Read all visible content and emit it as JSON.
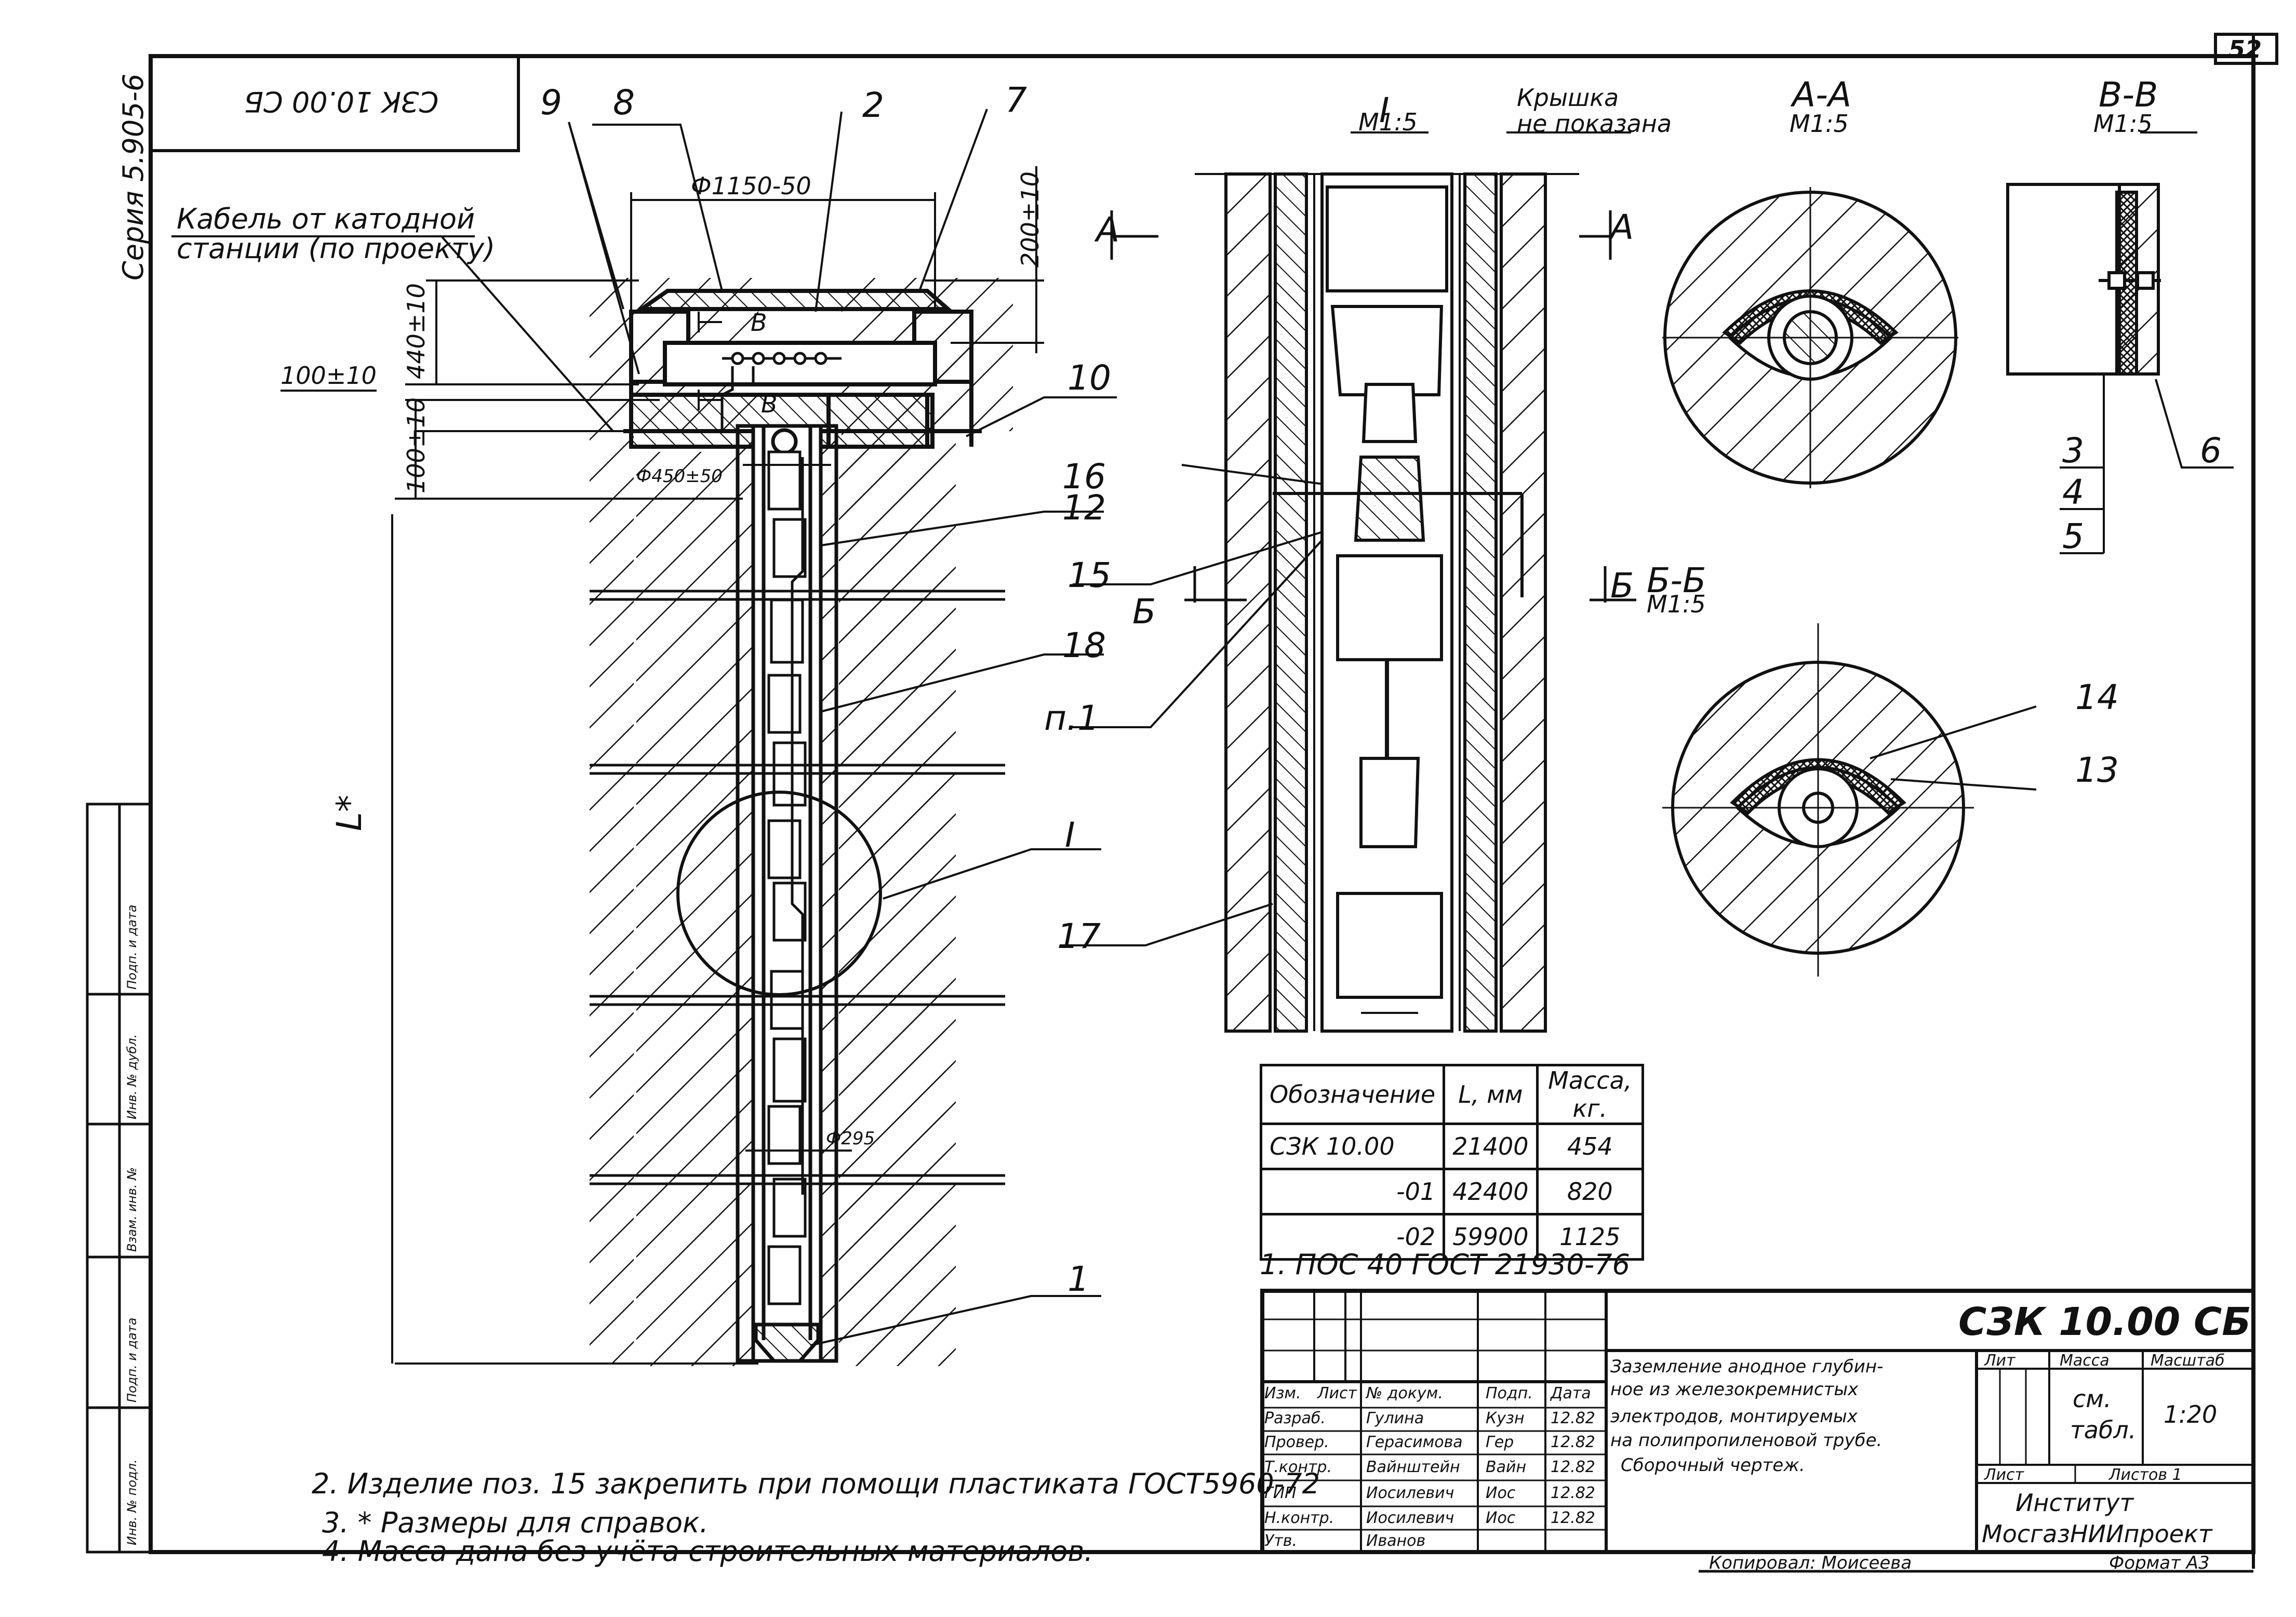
{
  "sheet": {
    "page_number": "52",
    "series": "Серия 5.905-6",
    "mirrored_code": "СЗК 10.00 СБ",
    "copied_by": "Копировал: Моисеева",
    "format": "Формат А3"
  },
  "main_view": {
    "cable_label_line1": "Кабель от катодной",
    "cable_label_line2": "станции (по проекту)",
    "dim_outer_diameter": "Ф1150-50",
    "dim_height_top": "200±10",
    "dim_height_box": "440±10",
    "dim_cover": "100±10",
    "dim_below_cover": "100±10",
    "dim_diameter_450": "Ф450±50",
    "dim_diameter_295": "Ф295",
    "dim_length": "L*",
    "section_mark_b": "В",
    "detail_mark": "I",
    "positions": [
      "9",
      "8",
      "2",
      "7",
      "10",
      "16",
      "12",
      "15",
      "18",
      "п.1",
      "I",
      "17",
      "1"
    ]
  },
  "detail_view": {
    "title": "I",
    "scale": "М1:5",
    "lid_note_line1": "Крышка",
    "lid_note_line2": "не показана",
    "cut_a": "А",
    "cut_b": "Б"
  },
  "section_aa": {
    "title": "А-А",
    "scale": "М1:5"
  },
  "section_bb": {
    "title": "Б-Б",
    "scale": "М1:5",
    "positions": [
      "14",
      "13"
    ]
  },
  "section_vv": {
    "title": "В-В",
    "scale": "М1:5",
    "positions": [
      "3",
      "4",
      "5",
      "6"
    ]
  },
  "mass_table": {
    "headers": [
      "Обозначение",
      "L, мм",
      "Масса, кг."
    ],
    "rows": [
      [
        "СЗК 10.00",
        "21400",
        "454"
      ],
      [
        "-01",
        "42400",
        "820"
      ],
      [
        "-02",
        "59900",
        "1125"
      ]
    ]
  },
  "notes": [
    "1. ПОС 40 ГОСТ 21930-76",
    "2. Изделие поз. 15 закрепить при помощи пластиката ГОСТ5960-72",
    "3. * Размеры для справок.",
    "4. Масса дана без учёта строительных материалов."
  ],
  "title_block": {
    "code": "СЗК 10.00 СБ",
    "title_lines": [
      "Заземление анодное глубин-",
      "ное из железокремнистых",
      "электродов, монтируемых",
      "на полипропиленовой трубе.",
      "Сборочный чертеж."
    ],
    "col_headers": [
      "Изм.",
      "Лист",
      "№ докум.",
      "Подп.",
      "Дата"
    ],
    "people": [
      {
        "role": "Разраб.",
        "name": "Гулина",
        "sign": "Кузн",
        "date": "12.82"
      },
      {
        "role": "Провер.",
        "name": "Герасимова",
        "sign": "Гер",
        "date": "12.82"
      },
      {
        "role": "Т.контр.",
        "name": "Вайнштейн",
        "sign": "Вайн",
        "date": "12.82"
      },
      {
        "role": "ГИП",
        "name": "Иосилевич",
        "sign": "Иос",
        "date": "12.82"
      },
      {
        "role": "Н.контр.",
        "name": "Иосилевич",
        "sign": "Иос",
        "date": "12.82"
      },
      {
        "role": "Утв.",
        "name": "Иванов",
        "sign": "",
        "date": ""
      }
    ],
    "lit_label": "Лит",
    "mass_label": "Масса",
    "scale_label": "Масштаб",
    "mass_value_line1": "см.",
    "mass_value_line2": "табл.",
    "scale_value": "1:20",
    "sheet_label": "Лист",
    "sheets_label": "Листов 1",
    "org_line1": "Институт",
    "org_line2": "МосгазНИИпроект"
  },
  "side_stamps": [
    "Инв. № подл.",
    "Подп. и дата",
    "Взам. инв. №",
    "Инв. № дубл.",
    "Подп. и дата"
  ],
  "colors": {
    "ink": "#111111",
    "paper": "#ffffff"
  }
}
